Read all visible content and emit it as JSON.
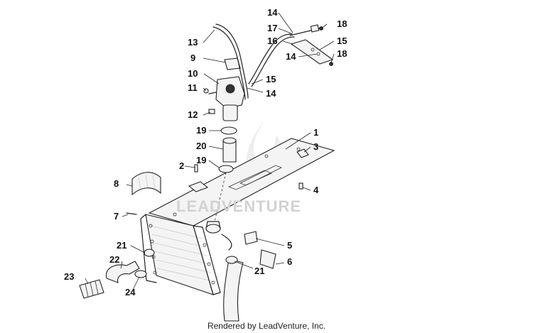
{
  "watermark": "LEADVENTURE",
  "footer": "Rendered by LeadVenture, Inc.",
  "callouts": [
    {
      "id": "c1",
      "text": "1"
    },
    {
      "id": "c2",
      "text": "2"
    },
    {
      "id": "c3",
      "text": "3"
    },
    {
      "id": "c4",
      "text": "4"
    },
    {
      "id": "c5",
      "text": "5"
    },
    {
      "id": "c6",
      "text": "6"
    },
    {
      "id": "c7",
      "text": "7"
    },
    {
      "id": "c8",
      "text": "8"
    },
    {
      "id": "c9",
      "text": "9"
    },
    {
      "id": "c10",
      "text": "10"
    },
    {
      "id": "c11",
      "text": "11"
    },
    {
      "id": "c12",
      "text": "12"
    },
    {
      "id": "c13",
      "text": "13"
    },
    {
      "id": "c14a",
      "text": "14"
    },
    {
      "id": "c14b",
      "text": "14"
    },
    {
      "id": "c14c",
      "text": "14"
    },
    {
      "id": "c15a",
      "text": "15"
    },
    {
      "id": "c15b",
      "text": "15"
    },
    {
      "id": "c16",
      "text": "16"
    },
    {
      "id": "c17",
      "text": "17"
    },
    {
      "id": "c18a",
      "text": "18"
    },
    {
      "id": "c18b",
      "text": "18"
    },
    {
      "id": "c19a",
      "text": "19"
    },
    {
      "id": "c19b",
      "text": "19"
    },
    {
      "id": "c20",
      "text": "20"
    },
    {
      "id": "c21a",
      "text": "21"
    },
    {
      "id": "c21b",
      "text": "21"
    },
    {
      "id": "c22",
      "text": "22"
    },
    {
      "id": "c23",
      "text": "23"
    },
    {
      "id": "c24",
      "text": "24"
    }
  ]
}
